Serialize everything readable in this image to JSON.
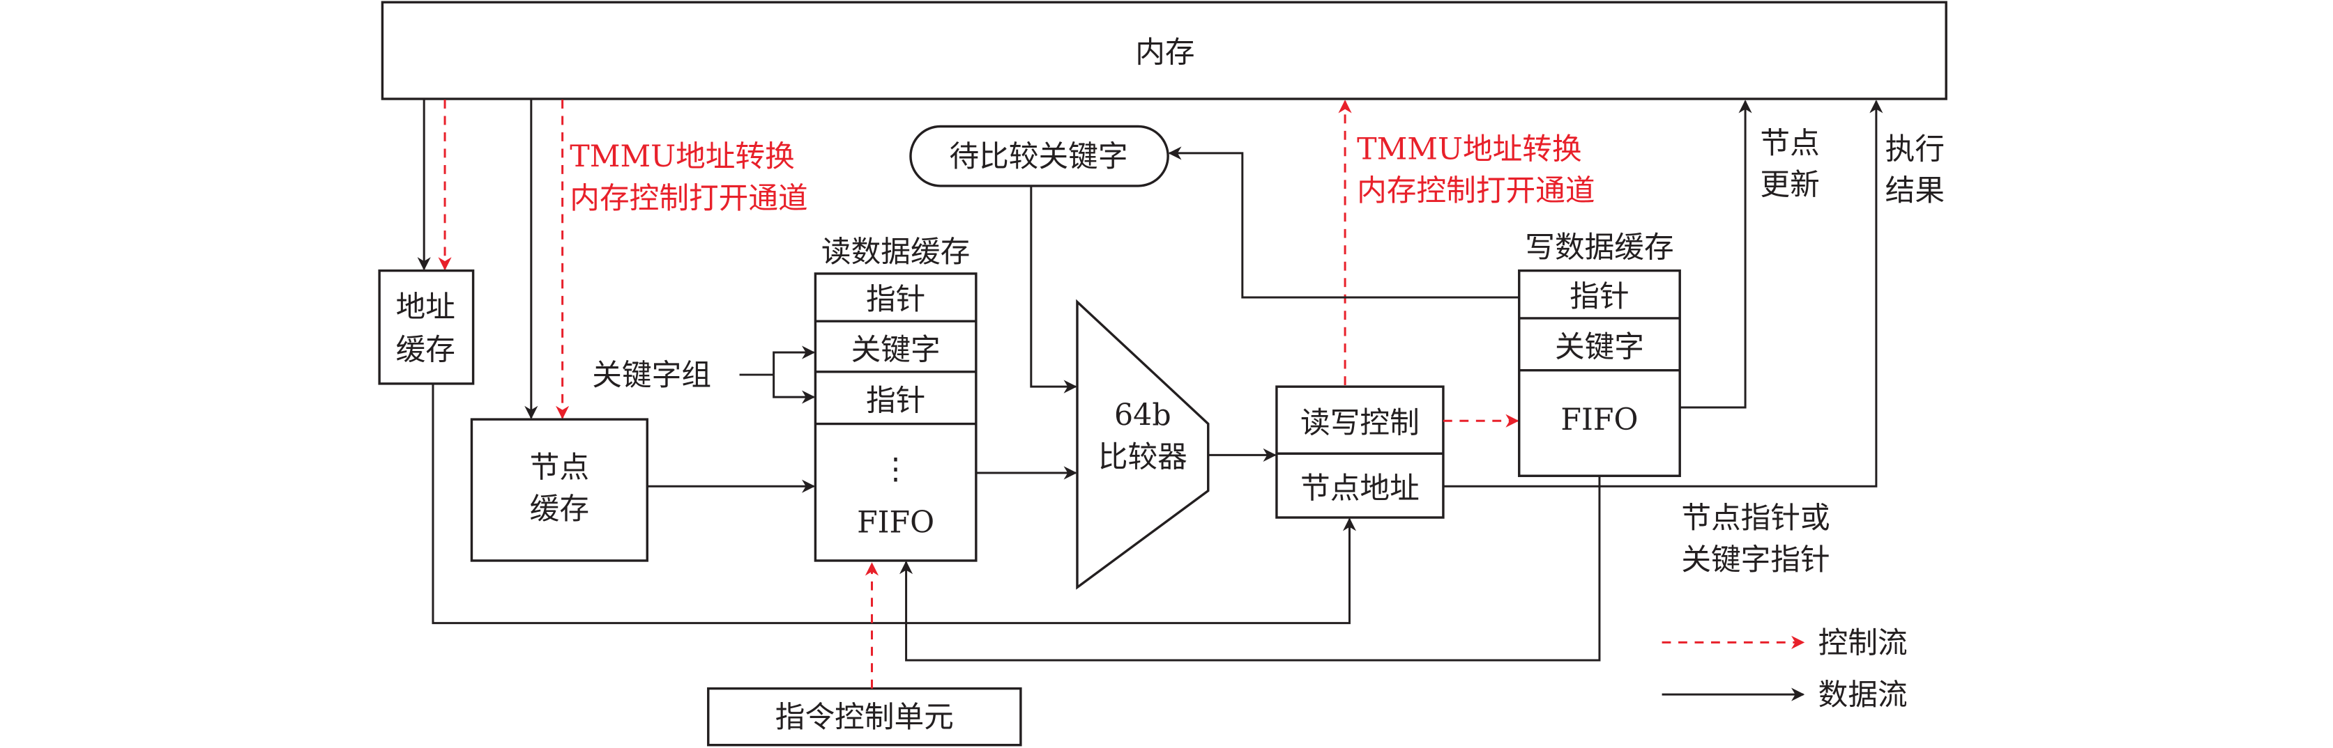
{
  "diagram": {
    "colors": {
      "data_flow": "#231f20",
      "control_flow": "#e8202a"
    },
    "memory": {
      "label": "内存"
    },
    "address_cache": {
      "line1": "地址",
      "line2": "缓存"
    },
    "node_cache": {
      "line1": "节点",
      "line2": "缓存"
    },
    "tmmu_note_left": {
      "line1": "TMMU地址转换",
      "line2": "内存控制打开通道"
    },
    "tmmu_note_right": {
      "line1": "TMMU地址转换",
      "line2": "内存控制打开通道"
    },
    "read_buffer": {
      "title": "读数据缓存",
      "rows": [
        "指针",
        "关键字",
        "指针"
      ],
      "dots": "⋮",
      "fifo": "FIFO"
    },
    "keyword_group": {
      "label": "关键字组"
    },
    "pending_key": {
      "label": "待比较关键字"
    },
    "comparator": {
      "line1": "64b",
      "line2": "比较器"
    },
    "rw_control": {
      "top": "读写控制",
      "bottom": "节点地址"
    },
    "write_buffer": {
      "title": "写数据缓存",
      "rows": [
        "指针",
        "关键字"
      ],
      "fifo": "FIFO"
    },
    "node_update": {
      "line1": "节点",
      "line2": "更新"
    },
    "exec_result": {
      "line1": "执行",
      "line2": "结果"
    },
    "node_pointer_note": {
      "line1": "节点指针或",
      "line2": "关键字指针"
    },
    "instruction_unit": {
      "label": "指令控制单元"
    },
    "legend": [
      {
        "label": "控制流",
        "style": "dashed-red-arrow"
      },
      {
        "label": "数据流",
        "style": "solid-black-arrow"
      }
    ]
  }
}
